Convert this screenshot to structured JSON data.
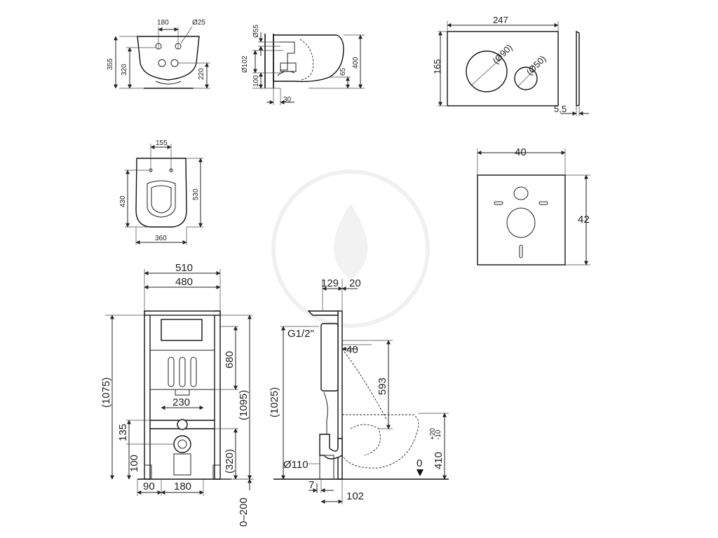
{
  "bowl_front": {
    "d180": "180",
    "d25": "Ø25",
    "d355": "355",
    "d320": "320",
    "d220": "220"
  },
  "bowl_side": {
    "d55": "Ø55",
    "d102": "Ø102",
    "d100": "100",
    "d30": "30",
    "d65": "65",
    "d400": "400"
  },
  "button_plate": {
    "d247": "247",
    "d165": "165",
    "d90": "(Ø90)",
    "d50": "(Ø50)",
    "d55": "5,5"
  },
  "bowl_top": {
    "d155": "155",
    "d430": "430",
    "d530": "530",
    "d360": "360"
  },
  "pad": {
    "d40": "40",
    "d42": "42"
  },
  "frame_front": {
    "d510": "510",
    "d480": "480",
    "d1075": "(1075)",
    "d680": "680",
    "d1095": "(1095)",
    "d230": "230",
    "d135": "135",
    "d100": "100",
    "d320": "(320)",
    "d90": "90",
    "d180": "180",
    "d0_200": "0–200"
  },
  "frame_side": {
    "d129": "129",
    "d20": "20",
    "g12": "G1/2\"",
    "d40": "40",
    "d1025": "(1025)",
    "d593": "593",
    "d110": "Ø110",
    "d7": "7",
    "d102": "102",
    "d0": "0",
    "d410": "410",
    "tol_plus": "+20",
    "tol_minus": "-10"
  }
}
